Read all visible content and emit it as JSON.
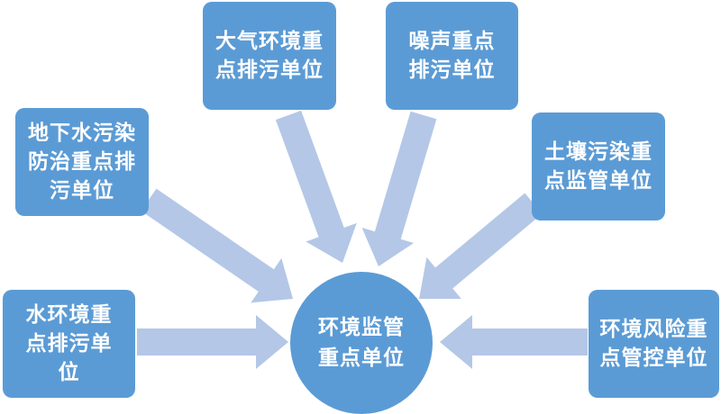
{
  "center": {
    "label": "环境监管重点单位"
  },
  "sources": [
    {
      "label": "大气环境重点排污单位"
    },
    {
      "label": "噪声重点排污单位"
    },
    {
      "label": "地下水污染防治重点排污单位"
    },
    {
      "label": "土壤污染重点监管单位"
    },
    {
      "label": "水环境重点排污单位"
    },
    {
      "label": "环境风险重点管控单位"
    }
  ],
  "colors": {
    "box": "#5b9bd5",
    "arrow": "#b4c7e7"
  }
}
